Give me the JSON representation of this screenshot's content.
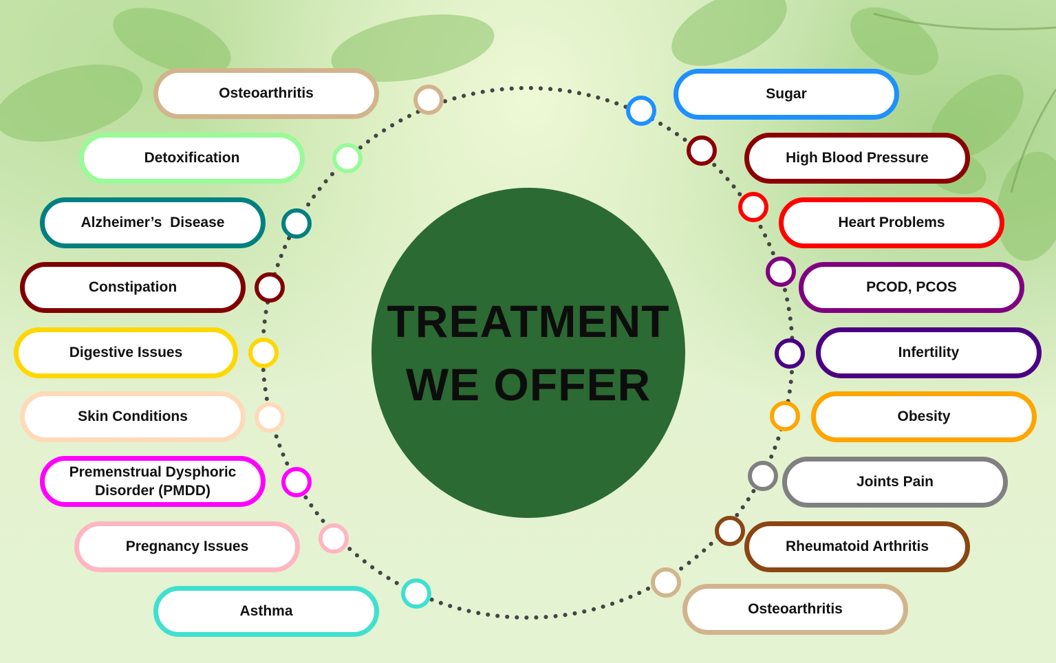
{
  "center": {
    "line1": "TREATMENT",
    "line2": "WE OFFER",
    "fill_color": "#2b6a33"
  },
  "left_items": [
    {
      "label": "Osteoarthritis",
      "color": "#d2b48c"
    },
    {
      "label": "Detoxification",
      "color": "#98fb98"
    },
    {
      "label": "Alzheimer’s  Disease",
      "color": "#008080"
    },
    {
      "label": "Constipation",
      "color": "#800000"
    },
    {
      "label": "Digestive Issues",
      "color": "#ffd700"
    },
    {
      "label": "Skin Conditions",
      "color": "#ffdab9"
    },
    {
      "label": "Premenstrual Dysphoric Disorder (PMDD)",
      "color": "#ff00ff"
    },
    {
      "label": "Pregnancy Issues",
      "color": "#ffb6c1"
    },
    {
      "label": "Asthma",
      "color": "#40e0d0"
    }
  ],
  "right_items": [
    {
      "label": "Sugar",
      "color": "#1e90ff"
    },
    {
      "label": "High Blood Pressure",
      "color": "#8b0000"
    },
    {
      "label": "Heart Problems",
      "color": "#ff0000"
    },
    {
      "label": "PCOD, PCOS",
      "color": "#800080"
    },
    {
      "label": "Infertility",
      "color": "#4b0082"
    },
    {
      "label": "Obesity",
      "color": "#ffa500"
    },
    {
      "label": "Joints Pain",
      "color": "#808080"
    },
    {
      "label": "Rheumatoid Arthritis",
      "color": "#8b4513"
    },
    {
      "label": "Osteoarthritis",
      "color": "#d2b48c"
    }
  ]
}
